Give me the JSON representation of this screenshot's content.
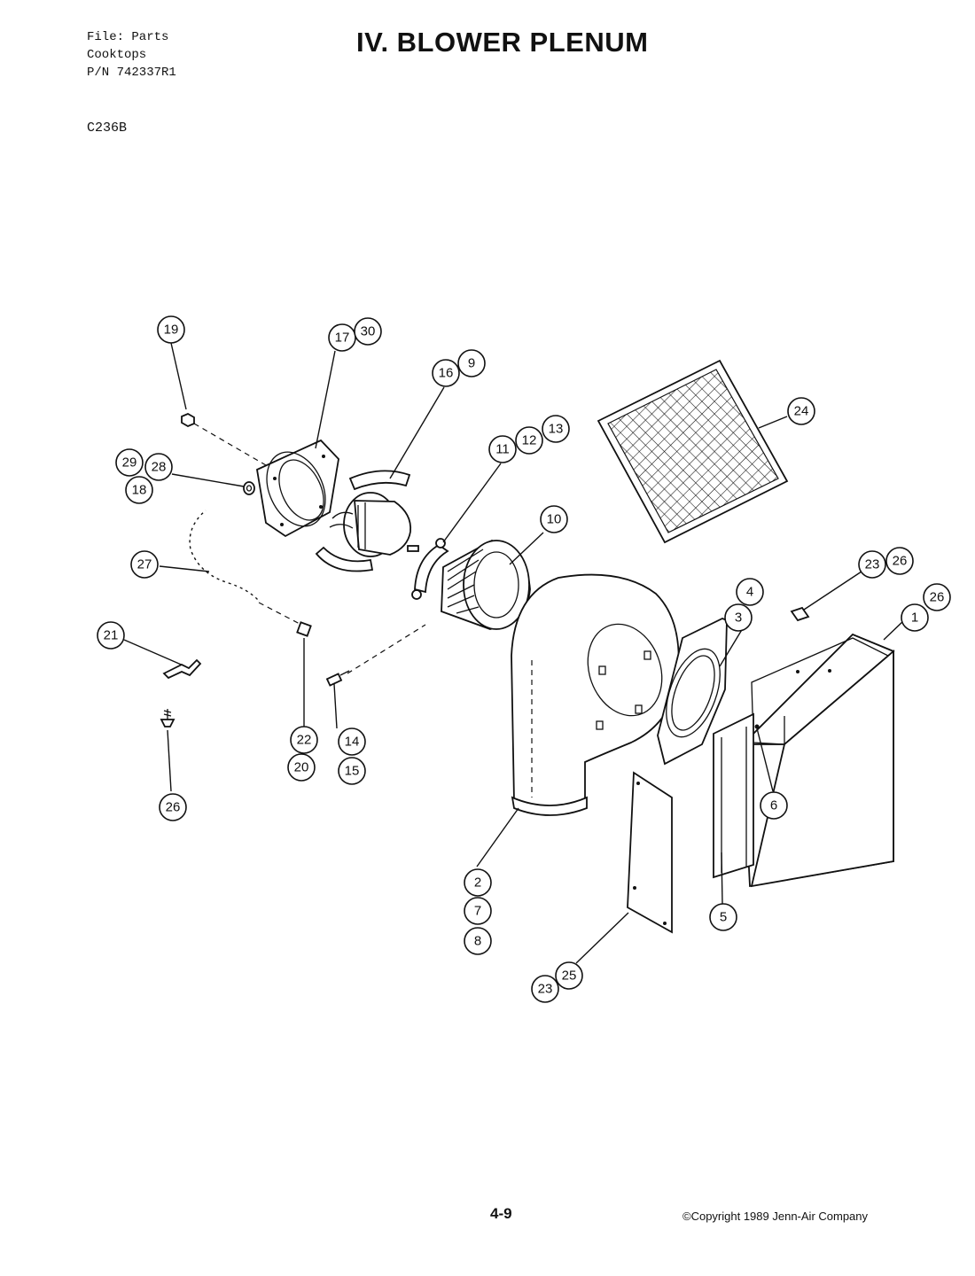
{
  "header": {
    "file_line": "File: Parts",
    "category": "Cooktops",
    "part_number": "P/N 742337R1",
    "model": "C236B"
  },
  "title": "IV. BLOWER PLENUM",
  "footer": {
    "page": "4-9",
    "copyright": "©Copyright 1989 Jenn-Air Company"
  },
  "callouts": [
    {
      "id": "c19",
      "label": "19"
    },
    {
      "id": "c17",
      "label": "17"
    },
    {
      "id": "c30",
      "label": "30"
    },
    {
      "id": "c16",
      "label": "16"
    },
    {
      "id": "c9",
      "label": "9"
    },
    {
      "id": "c29",
      "label": "29"
    },
    {
      "id": "c28",
      "label": "28"
    },
    {
      "id": "c18",
      "label": "18"
    },
    {
      "id": "c11",
      "label": "11"
    },
    {
      "id": "c12",
      "label": "12"
    },
    {
      "id": "c13",
      "label": "13"
    },
    {
      "id": "c24",
      "label": "24"
    },
    {
      "id": "c10",
      "label": "10"
    },
    {
      "id": "c27",
      "label": "27"
    },
    {
      "id": "c23a",
      "label": "23"
    },
    {
      "id": "c26a",
      "label": "26"
    },
    {
      "id": "c4",
      "label": "4"
    },
    {
      "id": "c3",
      "label": "3"
    },
    {
      "id": "c26b",
      "label": "26"
    },
    {
      "id": "c1",
      "label": "1"
    },
    {
      "id": "c21",
      "label": "21"
    },
    {
      "id": "c22",
      "label": "22"
    },
    {
      "id": "c20",
      "label": "20"
    },
    {
      "id": "c14",
      "label": "14"
    },
    {
      "id": "c15",
      "label": "15"
    },
    {
      "id": "c6",
      "label": "6"
    },
    {
      "id": "c26c",
      "label": "26"
    },
    {
      "id": "c2",
      "label": "2"
    },
    {
      "id": "c7",
      "label": "7"
    },
    {
      "id": "c8",
      "label": "8"
    },
    {
      "id": "c5",
      "label": "5"
    },
    {
      "id": "c23b",
      "label": "23"
    },
    {
      "id": "c25",
      "label": "25"
    }
  ]
}
